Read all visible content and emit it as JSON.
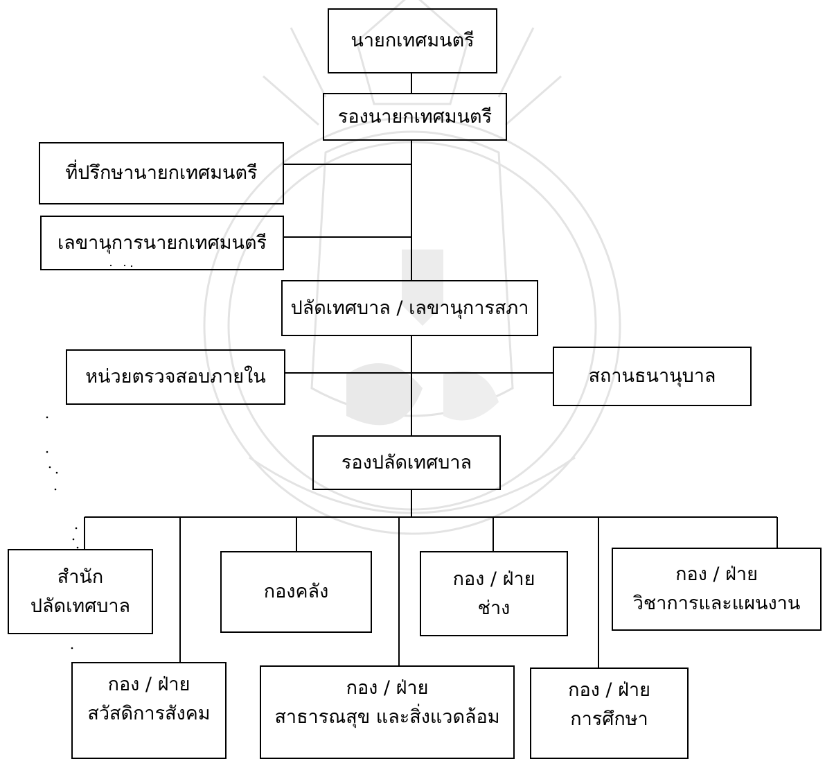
{
  "diagram": {
    "positions": {
      "mayor": [
        "นายกเทศมนตรี"
      ],
      "deputy_mayor": [
        "รองนายกเทศมนตรี"
      ],
      "advisor": [
        "ที่ปรึกษานายกเทศมนตรี"
      ],
      "secretary": [
        "เลขานุการนายกเทศมนตรี"
      ],
      "clerk": [
        "ปลัดเทศบาล / เลขานุการสภา"
      ],
      "internal_audit": [
        "หน่วยตรวจสอบภายใน"
      ],
      "pawnshop": [
        "สถานธนานุบาล"
      ],
      "deputy_clerk": [
        "รองปลัดเทศบาล"
      ]
    },
    "divisions": {
      "clerk_office": [
        "สำนัก",
        "ปลัดเทศบาล"
      ],
      "finance": [
        "กองคลัง"
      ],
      "engineering": [
        "กอง / ฝ่าย",
        "ช่าง"
      ],
      "academic_planning": [
        "กอง / ฝ่าย",
        "วิชาการและแผนงาน"
      ],
      "social_welfare": [
        "กอง / ฝ่าย",
        "สวัสดิการสังคม"
      ],
      "public_health": [
        "กอง / ฝ่าย",
        "สาธารณสุข และสิ่งแวดล้อม"
      ],
      "education": [
        "กอง / ฝ่าย",
        "การศึกษา"
      ]
    }
  }
}
